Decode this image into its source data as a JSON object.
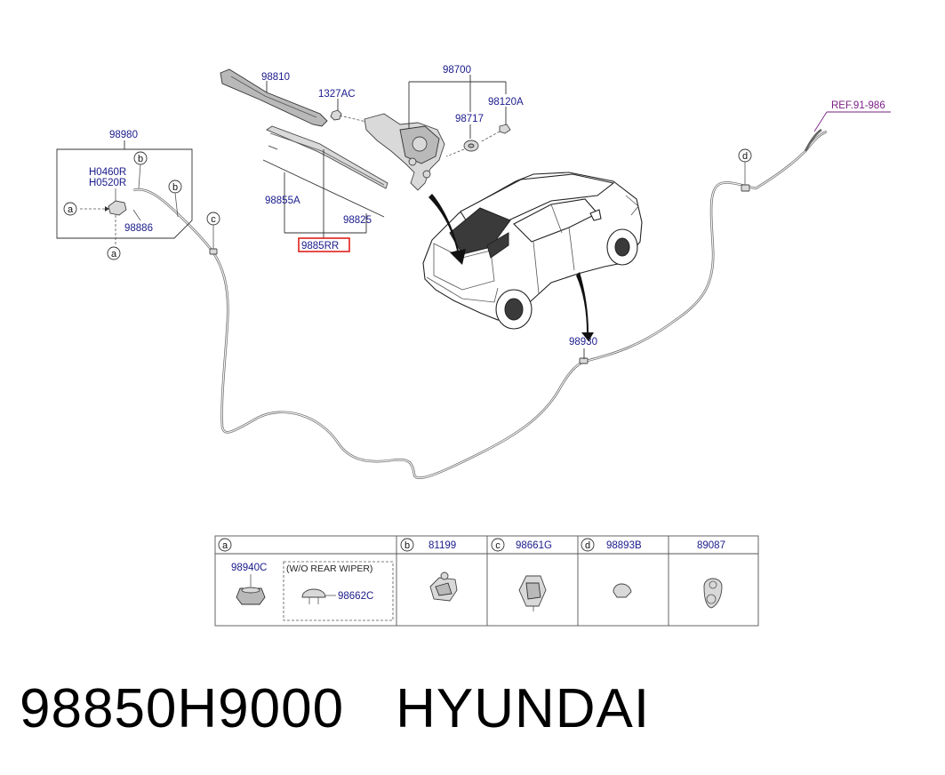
{
  "labels": {
    "arm": "98810",
    "nut": "1327AC",
    "motor_assy": "98700",
    "motor_cap": "98120A",
    "grommet": "98717",
    "nozzle_group": "98980",
    "nozzle_code1": "H0460R",
    "nozzle_code2": "H0520R",
    "nozzle": "98886",
    "blade_rubber": "98855A",
    "blade": "98825",
    "blade_assy_highlight": "9885RR",
    "hose": "98930",
    "ref": "REF.91-986"
  },
  "callouts": {
    "a": "a",
    "b": "b",
    "c": "c",
    "d": "d"
  },
  "parts_table": {
    "headers": [
      {
        "letter": "a",
        "code": ""
      },
      {
        "letter": "b",
        "code": "81199"
      },
      {
        "letter": "c",
        "code": "98661G"
      },
      {
        "letter": "d",
        "code": "98893B"
      },
      {
        "letter": "",
        "code": "89087"
      }
    ],
    "cell_a_code": "98940C",
    "cell_a_note": "(W/O REAR WIPER)",
    "cell_a_alt_code": "98662C"
  },
  "footer": {
    "part_number": "98850H9000",
    "brand": "HYUNDAI"
  },
  "colors": {
    "label": "#1a1a8c",
    "ref": "#7a1f86",
    "highlight_box": "#e0201c"
  }
}
